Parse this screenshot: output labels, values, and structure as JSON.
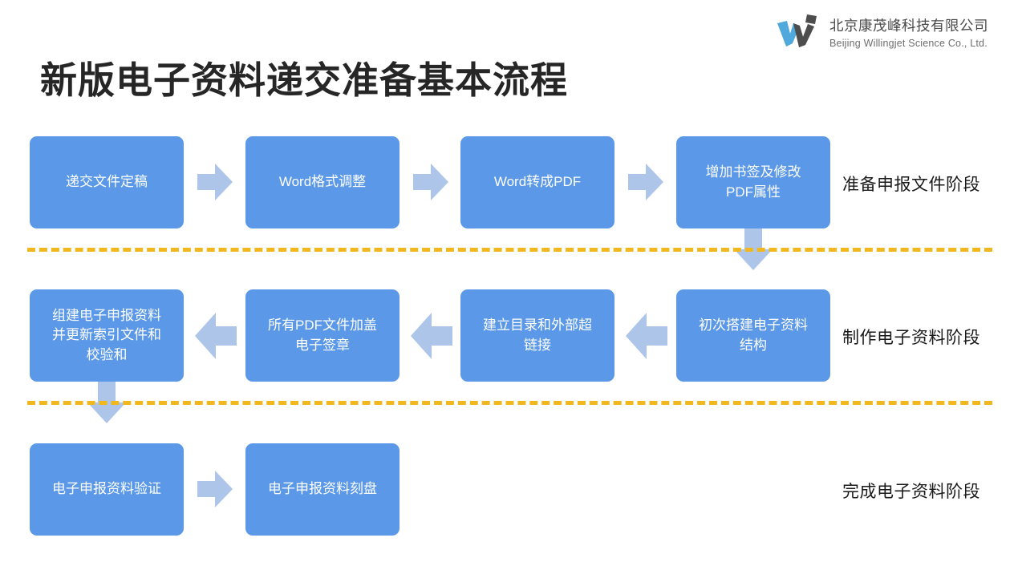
{
  "brand": {
    "logo_icon": "willingjet-w-logo",
    "name_cn": "北京康茂峰科技有限公司",
    "name_en": "Beijing Willingjet Science Co., Ltd.",
    "logo_blue": "#4FA9DC",
    "logo_gray": "#4D4D4D"
  },
  "title": "新版电子资料递交准备基本流程",
  "colors": {
    "box_fill": "#5b99e8",
    "arrow_fill": "#aec5ea",
    "divider": "#f0b81e",
    "title_text": "#262626"
  },
  "rows": [
    {
      "stage_label": "准备申报文件阶段",
      "direction": "right",
      "boxes": [
        {
          "text": "递交文件定稿"
        },
        {
          "text": "Word格式调整"
        },
        {
          "text": "Word转成PDF"
        },
        {
          "text": "增加书签及修改\nPDF属性"
        }
      ]
    },
    {
      "stage_label": "制作电子资料阶段",
      "direction": "left",
      "boxes": [
        {
          "text": "组建电子申报资料\n并更新索引文件和\n校验和"
        },
        {
          "text": "所有PDF文件加盖\n电子签章"
        },
        {
          "text": "建立目录和外部超\n链接"
        },
        {
          "text": "初次搭建电子资料\n结构"
        }
      ]
    },
    {
      "stage_label": "完成电子资料阶段",
      "direction": "right",
      "boxes": [
        {
          "text": "电子申报资料验证"
        },
        {
          "text": "电子申报资料刻盘"
        }
      ]
    }
  ],
  "connectors": {
    "row1_arrows": [
      "arrow-right-icon",
      "arrow-right-icon",
      "arrow-right-icon"
    ],
    "row2_arrows": [
      "arrow-left-icon",
      "arrow-left-icon",
      "arrow-left-icon"
    ],
    "row3_arrows": [
      "arrow-right-icon"
    ],
    "down_arrows": [
      "arrow-down-icon",
      "arrow-down-icon"
    ]
  },
  "dividers": [
    "divider-line-1",
    "divider-line-2"
  ]
}
